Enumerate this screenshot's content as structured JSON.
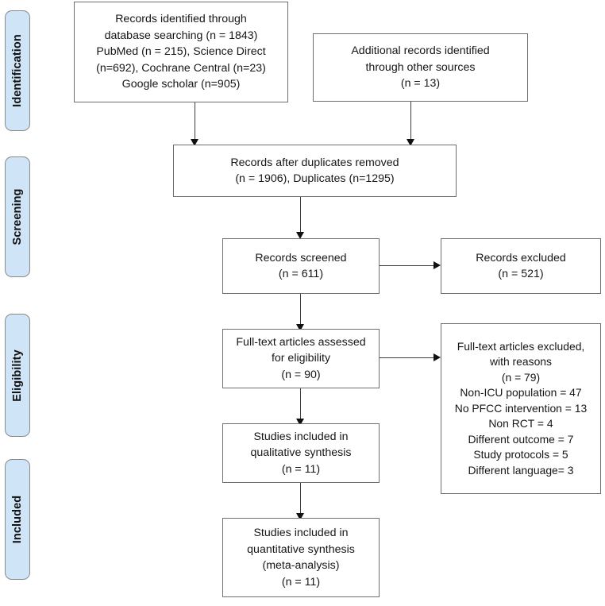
{
  "figure": {
    "type": "prisma-flow-diagram",
    "accent_color": "#cfe4f7",
    "box_border_color": "#6e6e6e",
    "connector_color": "#3d3d3d"
  },
  "stages": [
    {
      "id": "identification",
      "label": "Identification"
    },
    {
      "id": "screening",
      "label": "Screening"
    },
    {
      "id": "eligibility",
      "label": "Eligibility"
    },
    {
      "id": "included",
      "label": "Included"
    }
  ],
  "boxes": {
    "database_records": {
      "name": "records-identified-through-database-searching",
      "lines": [
        "Records identified through",
        "database searching (n = 1843)",
        "PubMed (n = 215), Science Direct",
        "(n=692), Cochrane Central (n=23)",
        "Google scholar (n=905)"
      ],
      "counts": {
        "total": 1843,
        "PubMed": 215,
        "Science Direct": 692,
        "Cochrane Central": 23,
        "Google scholar": 905
      }
    },
    "other_sources": {
      "name": "additional-records-identified-through-other-sources",
      "lines": [
        "Additional records identified",
        "through other sources",
        "(n = 13)"
      ],
      "counts": {
        "total": 13
      }
    },
    "duplicates_removed": {
      "name": "records-after-duplicates-removed",
      "lines": [
        "Records after duplicates removed",
        "(n = 1906), Duplicates (n=1295)"
      ],
      "counts": {
        "after_duplicates_removed": 1906,
        "duplicates": 1295
      }
    },
    "records_screened": {
      "name": "records-screened",
      "lines": [
        "Records screened",
        "(n = 611)"
      ],
      "counts": {
        "total": 611
      }
    },
    "records_excluded": {
      "name": "records-excluded",
      "lines": [
        "Records excluded",
        "(n = 521)"
      ],
      "counts": {
        "total": 521
      }
    },
    "fulltext_assessed": {
      "name": "full-text-articles-assessed-for-eligibility",
      "lines": [
        "Full-text articles assessed",
        "for eligibility",
        "(n = 90)"
      ],
      "counts": {
        "total": 90
      }
    },
    "fulltext_excluded": {
      "name": "full-text-articles-excluded-with-reasons",
      "lines": [
        "Full-text articles excluded,",
        "with reasons",
        "(n = 79)",
        "Non-ICU population = 47",
        "No PFCC intervention = 13",
        "Non RCT = 4",
        "Different outcome = 7",
        "Study protocols = 5",
        "Different language= 3"
      ],
      "counts": {
        "total": 79,
        "Non-ICU population": 47,
        "No PFCC intervention": 13,
        "Non RCT": 4,
        "Different outcome": 7,
        "Study protocols": 5,
        "Different language": 3
      }
    },
    "qualitative": {
      "name": "studies-included-in-qualitative-synthesis",
      "lines": [
        "Studies included in",
        "qualitative synthesis",
        "(n = 11)"
      ],
      "counts": {
        "total": 11
      }
    },
    "quantitative": {
      "name": "studies-included-in-quantitative-synthesis",
      "lines": [
        "Studies included in",
        "quantitative synthesis",
        "(meta-analysis)",
        "(n = 11)"
      ],
      "counts": {
        "total": 11
      }
    }
  }
}
